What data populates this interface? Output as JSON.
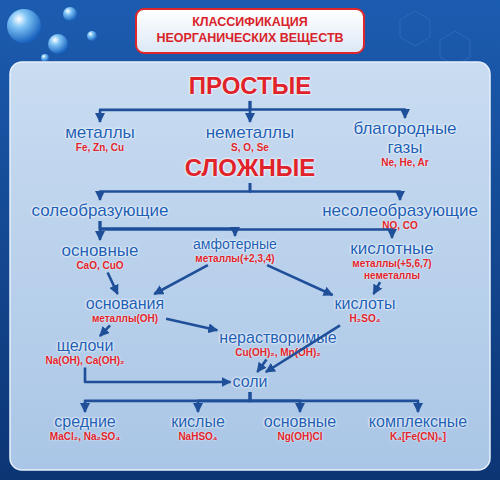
{
  "diagram": {
    "title": "КЛАССИФИКАЦИЯ НЕОРГАНИЧЕСКИХ ВЕЩЕСТВ",
    "nodes": [
      {
        "text": [
          "ПРОСТЫЕ"
        ]
      },
      {
        "text": [
          "металлы",
          "Fe, Zn, Cu"
        ]
      },
      {
        "text": [
          "неметаллы",
          "S, O, Se"
        ]
      },
      {
        "text": [
          "благородные газы",
          "Ne, He, Ar"
        ]
      },
      {
        "text": [
          "СЛОЖНЫЕ"
        ]
      },
      {
        "text": [
          "солеобразующие"
        ]
      },
      {
        "text": [
          "несолеобразующие",
          "NO, CO"
        ]
      },
      {
        "text": [
          "основные",
          "CaO, CuO"
        ]
      },
      {
        "text": [
          "амфотерные",
          "металлы(+2,3,4)"
        ]
      },
      {
        "text": [
          "кислотные",
          "металлы(+5,6,7)",
          "неметаллы"
        ]
      },
      {
        "text": [
          "основания",
          "металлы(OH)"
        ]
      },
      {
        "text": [
          "кислоты",
          "H₂SO₄"
        ]
      },
      {
        "text": [
          "щелочи",
          "Na(OH), Ca(OH)₂"
        ]
      },
      {
        "text": [
          "нерастворимые",
          "Cu(OH)₂, Mn(OH)₂"
        ]
      },
      {
        "text": [
          "соли"
        ]
      },
      {
        "text": [
          "средние",
          "MaCl₂, Na₂SO₄"
        ]
      },
      {
        "text": [
          "кислые",
          "NaHSO₄"
        ]
      },
      {
        "text": [
          "основные",
          "Ng(OH)Cl"
        ]
      },
      {
        "text": [
          "комплексные",
          "K₄[Fe(CN)₆]"
        ]
      }
    ],
    "edges": [
      {
        "from": 0,
        "to": 1,
        "arrow": "to"
      },
      {
        "from": 0,
        "to": 2,
        "arrow": "to"
      },
      {
        "from": 0,
        "to": 3,
        "arrow": "to"
      },
      {
        "from": 4,
        "to": 5,
        "arrow": "to"
      },
      {
        "from": 4,
        "to": 6,
        "arrow": "to"
      },
      {
        "from": 5,
        "to": 7,
        "arrow": "to"
      },
      {
        "from": 5,
        "to": 8,
        "arrow": "to"
      },
      {
        "from": 5,
        "to": 9,
        "arrow": "to"
      },
      {
        "from": 7,
        "to": 10,
        "arrow": "to"
      },
      {
        "from": 8,
        "to": 10,
        "arrow": "to"
      },
      {
        "from": 8,
        "to": 11,
        "arrow": "to"
      },
      {
        "from": 9,
        "to": 11,
        "arrow": "to"
      },
      {
        "from": 10,
        "to": 12,
        "arrow": "to"
      },
      {
        "from": 10,
        "to": 13,
        "arrow": "to"
      },
      {
        "from": 12,
        "to": 14,
        "arrow": "to"
      },
      {
        "from": 13,
        "to": 14,
        "arrow": "to"
      },
      {
        "from": 11,
        "to": 14,
        "arrow": "to"
      },
      {
        "from": 14,
        "to": 15,
        "arrow": "to"
      },
      {
        "from": 14,
        "to": 16,
        "arrow": "to"
      },
      {
        "from": 14,
        "to": 17,
        "arrow": "to"
      },
      {
        "from": 14,
        "to": 18,
        "arrow": "to"
      }
    ]
  }
}
